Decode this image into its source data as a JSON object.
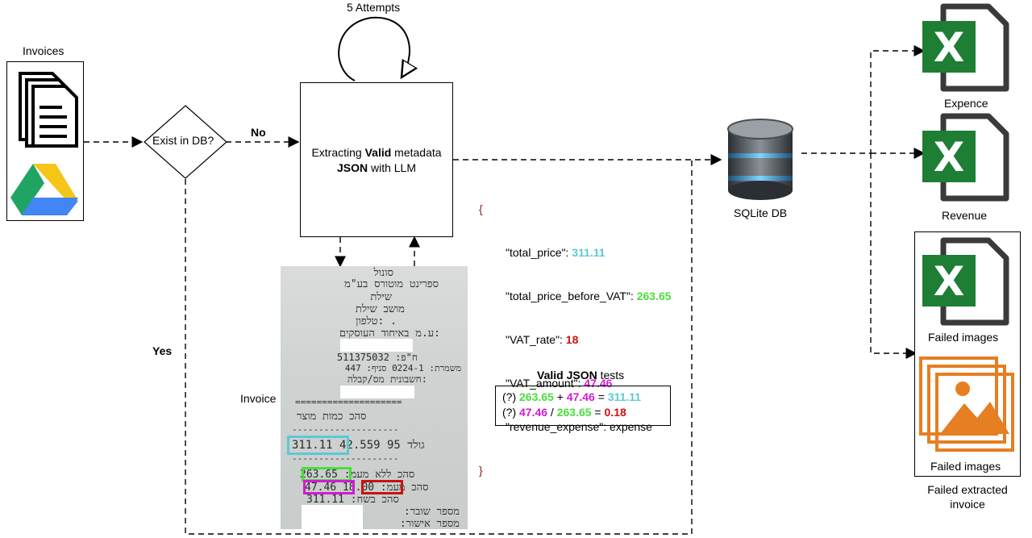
{
  "labels": {
    "invoices": "Invoices",
    "attempts": "5 Attempts",
    "exist_in_db": "Exist in DB?",
    "no": "No",
    "yes": "Yes",
    "extract_line1_pre": "Extracting ",
    "extract_line1_bold": "Valid",
    "extract_line1_post": " metadata",
    "extract_line2_bold": "JSON",
    "extract_line2_post": " with LLM",
    "invoice": "Invoice",
    "sqlite": "SQLite DB",
    "expence": "Expence",
    "revenue": "Revenue",
    "failed_images_1": "Failed images",
    "failed_images_2": "Failed images",
    "failed_extracted_line1": "Failed extracted",
    "failed_extracted_line2": "invoice"
  },
  "json_block": {
    "open": "{",
    "close": "}",
    "fields": [
      {
        "key": "\"total_price\": ",
        "value": "311.11",
        "color": "#5bc8d8"
      },
      {
        "key": "\"total_price_before_VAT\": ",
        "value": "263.65",
        "color": "#4ade3a"
      },
      {
        "key": "\"VAT_rate\": ",
        "value": "18",
        "color": "#cc1111"
      },
      {
        "key": "\"VAT_amount\": ",
        "value": "47.46",
        "color": "#d41ad4"
      },
      {
        "key": "\"revenue_expense\": ",
        "value": "expense",
        "color": "#000000"
      }
    ]
  },
  "tests": {
    "title_bold": "Valid JSON",
    "title_rest": " tests",
    "line1": {
      "prefix": "(?) ",
      "a": "263.65",
      "op1": " + ",
      "b": "47.46",
      "op2": " = ",
      "c": "311.11"
    },
    "line2": {
      "prefix": "(?) ",
      "a": "47.46",
      "op1": " / ",
      "b": "263.65",
      "op2": " = ",
      "c": "0.18"
    }
  },
  "receipt": {
    "lines": [
      "סונול",
      "ספרינט מוטורס בע\"מ",
      "שילת",
      "מושב שילת",
      "טלפון: .",
      "ע.מ באיחוד העוסקים:",
      "511375032 :ח\"פ",
      "447 :משמרת: 0224-1 סניף",
      "חשבונית מס/קבלה:",
      "====================",
      "סהכ     כמות     מוצר",
      "--------------------",
      "311.11  42.559 95 גולד",
      "--------------------",
      "263.65  :סהכ ללא מעמ",
      "47.46  18.00 :סהכ מעמ",
      "311.11  :סהכ בשח",
      ":מספר שובר",
      ":מספר אישור"
    ],
    "total": "311.11",
    "before_vat": "263.65",
    "vat_amount": "47.46",
    "vat_rate": "18.00"
  },
  "colors": {
    "cyan": "#5bc8d8",
    "green": "#4ade3a",
    "magenta": "#d41ad4",
    "red": "#cc1111",
    "excel_green": "#1e7e34",
    "failed_orange": "#e67e22",
    "json_brace": "#8b1a1a"
  },
  "icons": [
    "documents-icon",
    "google-drive-icon",
    "database-icon",
    "excel-file-icon",
    "image-file-icon",
    "loop-arrow-icon"
  ]
}
